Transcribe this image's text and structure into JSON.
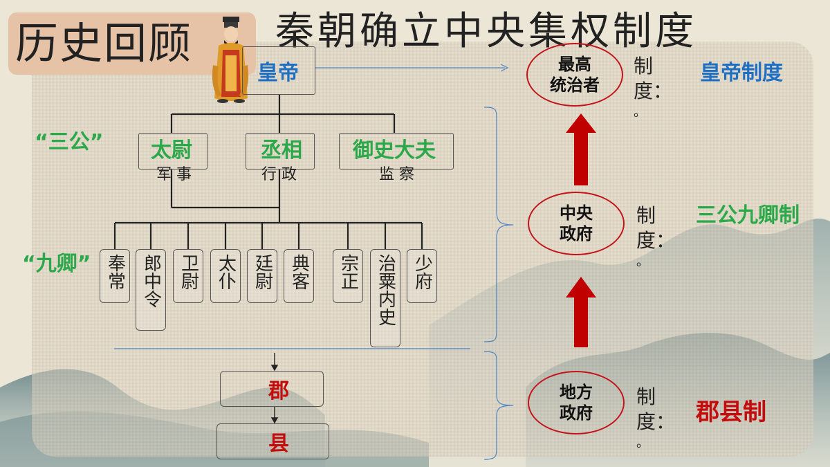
{
  "header": {
    "section_tag": "历史回顾",
    "title": "秦朝确立中央集权制度"
  },
  "emperor": {
    "label": "皇帝"
  },
  "san_gong": {
    "group_label": "“三公”",
    "items": [
      {
        "name": "太尉",
        "duty": "军 事"
      },
      {
        "name": "丞相",
        "duty": "行 政"
      },
      {
        "name": "御史大夫",
        "duty": "监 察"
      }
    ]
  },
  "jiu_qing": {
    "group_label": "“九卿”",
    "items": [
      "奉常",
      "郎中令",
      "卫尉",
      "太仆",
      "廷尉",
      "典客",
      "宗正",
      "治粟内史",
      "少府"
    ]
  },
  "local": {
    "jun": "郡",
    "xian": "县"
  },
  "right": [
    {
      "circle": "最高\n统治者",
      "label_1": "制",
      "label_2": "度：",
      "label_3": "。",
      "system": "皇帝制度",
      "color": "#1f6fc4"
    },
    {
      "circle": "中央\n政府",
      "label_1": "制",
      "label_2": "度：",
      "label_3": "。",
      "system": "三公九卿制",
      "color": "#2ba84a"
    },
    {
      "circle": "地方\n政府",
      "label_1": "制",
      "label_2": "度：",
      "label_3": "。",
      "system": "郡县制",
      "color": "#c40c0c"
    }
  ],
  "colors": {
    "blue": "#1f6fc4",
    "green": "#2ba84a",
    "red": "#c40c0c",
    "arrow": "#c00000"
  },
  "icons": {
    "emperor_figure": "emperor-illustration-icon"
  }
}
